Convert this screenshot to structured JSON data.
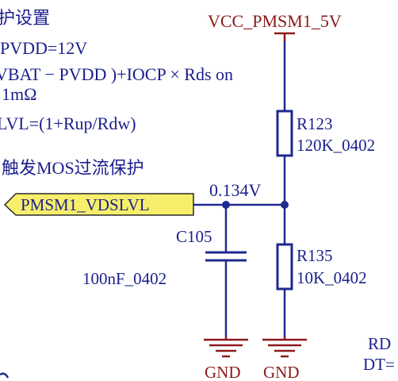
{
  "notes": {
    "line1": "护设置",
    "line2": "PVDD=12V",
    "line3": "VBAT − PVDD )+IOCP × Rds on",
    "line4": "1mΩ",
    "line5": "LVL=(1+Rup/Rdw)",
    "line6": "触发MOS过流保护"
  },
  "power": {
    "label": "VCC_PMSM1_5V"
  },
  "net_port": {
    "label": "PMSM1_VDSLVL"
  },
  "net_voltage": "0.134V",
  "components": {
    "r_top": {
      "ref": "R123",
      "value": "120K_0402"
    },
    "r_bottom": {
      "ref": "R135",
      "value": "10K_0402"
    },
    "capacitor": {
      "ref": "C105",
      "value": "100nF_0402"
    }
  },
  "grounds": {
    "left": "GND",
    "right": "GND"
  },
  "cutoff_right": {
    "line1": "RD",
    "line2": "DT="
  },
  "colors": {
    "wire": "#1e2a8f",
    "text": "#1a1f8c",
    "power_ground": "#8b1a1a",
    "port_fill": "#f7ef6b"
  }
}
